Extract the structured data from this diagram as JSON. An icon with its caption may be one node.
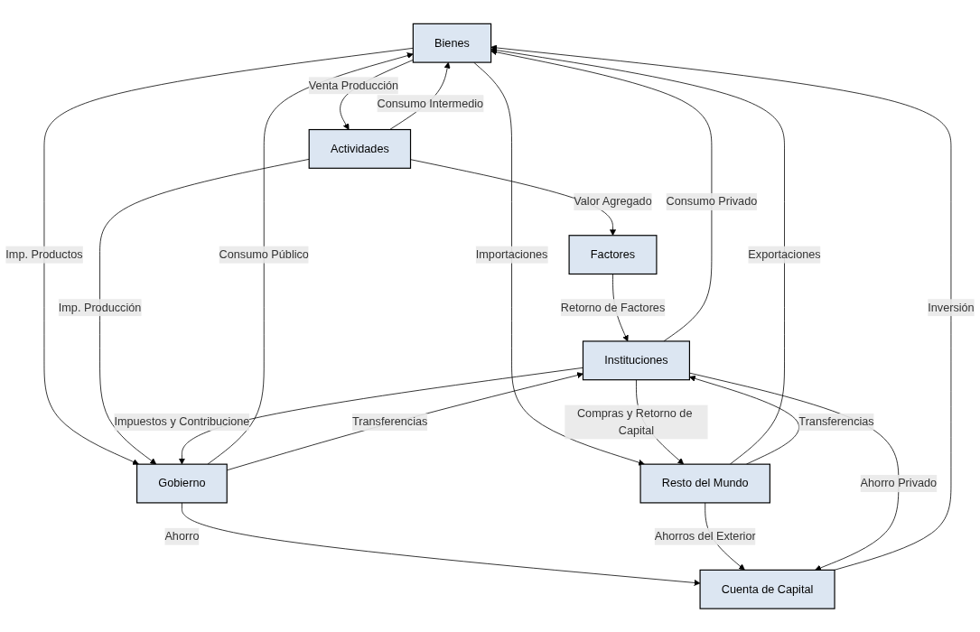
{
  "diagram": {
    "nodes": [
      {
        "text": [
          "Bienes"
        ]
      },
      {
        "text": [
          "Actividades"
        ]
      },
      {
        "text": [
          "Cuenta de Capital"
        ]
      },
      {
        "text": [
          "Gobierno"
        ]
      },
      {
        "text": [
          "Factores"
        ]
      },
      {
        "text": [
          "Resto del Mundo"
        ]
      },
      {
        "text": [
          "Instituciones"
        ]
      }
    ],
    "edges": [
      {
        "from": 2,
        "to": 0,
        "arrow": "to",
        "label": "Inversión"
      },
      {
        "from": 0,
        "to": 1,
        "arrow": "to",
        "label": "Venta Producción"
      },
      {
        "from": 1,
        "to": 0,
        "arrow": "to",
        "label": "Consumo Intermedio"
      },
      {
        "from": 1,
        "to": 4,
        "arrow": "to",
        "label": "Valor Agregado"
      },
      {
        "from": 0,
        "to": 5,
        "arrow": "to",
        "label": "Importaciones"
      },
      {
        "from": 5,
        "to": 0,
        "arrow": "to",
        "label": "Exportaciones"
      },
      {
        "from": 3,
        "to": 0,
        "arrow": "to",
        "label": "Consumo Público"
      },
      {
        "from": 0,
        "to": 3,
        "arrow": "to",
        "label": "Imp. Productos"
      },
      {
        "from": 1,
        "to": 3,
        "arrow": "to",
        "label": "Imp. Producción"
      },
      {
        "from": 3,
        "to": 2,
        "arrow": "to",
        "label": "Ahorro"
      },
      {
        "from": 6,
        "to": 0,
        "arrow": "to",
        "label": "Consumo Privado"
      },
      {
        "from": 3,
        "to": 6,
        "arrow": "to",
        "label": "Transferencias"
      },
      {
        "from": 6,
        "to": 3,
        "arrow": "to",
        "label": "Impuestos y Contribucione"
      },
      {
        "from": 4,
        "to": 6,
        "arrow": "to",
        "label": "Retorno de Factores"
      },
      {
        "from": 6,
        "to": 5,
        "arrow": "to",
        "label": "Compras y Retorno de Capital"
      },
      {
        "from": 5,
        "to": 6,
        "arrow": "to",
        "label": "Transferencias"
      },
      {
        "from": 5,
        "to": 2,
        "arrow": "to",
        "label": "Ahorros del Exterior"
      },
      {
        "from": 6,
        "to": 2,
        "arrow": "to",
        "label": "Ahorro Privado"
      }
    ]
  }
}
